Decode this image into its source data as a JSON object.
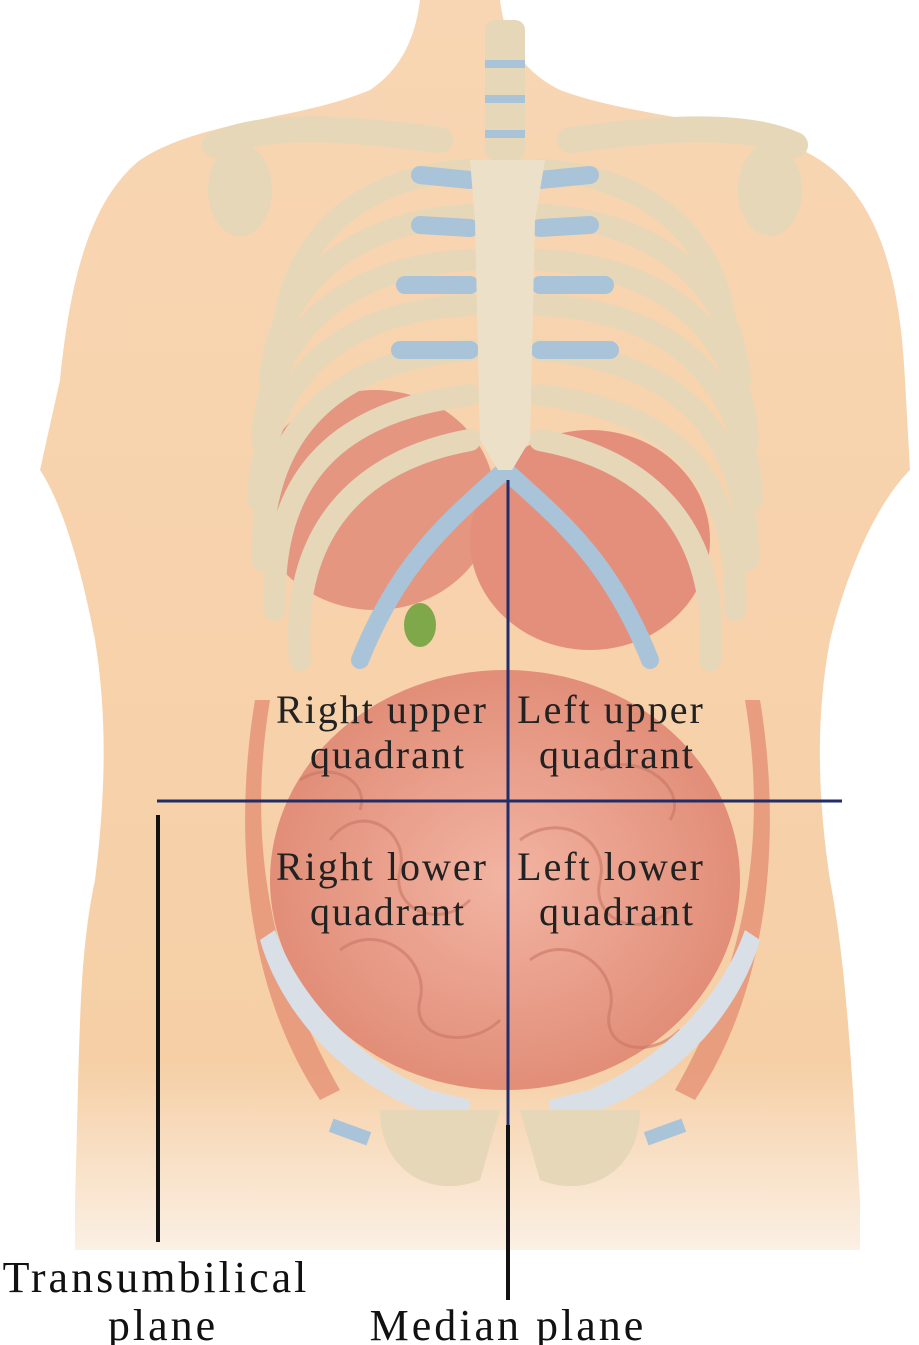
{
  "quadrants": {
    "right_upper": [
      "Right upper",
      "quadrant"
    ],
    "left_upper": [
      "Left upper",
      "quadrant"
    ],
    "right_lower": [
      "Right lower",
      "quadrant"
    ],
    "left_lower": [
      "Left lower",
      "quadrant"
    ]
  },
  "planes": {
    "transumbilical": [
      "Transumbilical",
      "plane"
    ],
    "median": "Median plane"
  },
  "colors": {
    "plane_line": "#1f2d6b",
    "pointer_line": "#111111",
    "skin": "#f6cfa6",
    "bone": "#e9dcc0",
    "cartilage": "#a9c3d8",
    "organs": "#e89a86"
  }
}
